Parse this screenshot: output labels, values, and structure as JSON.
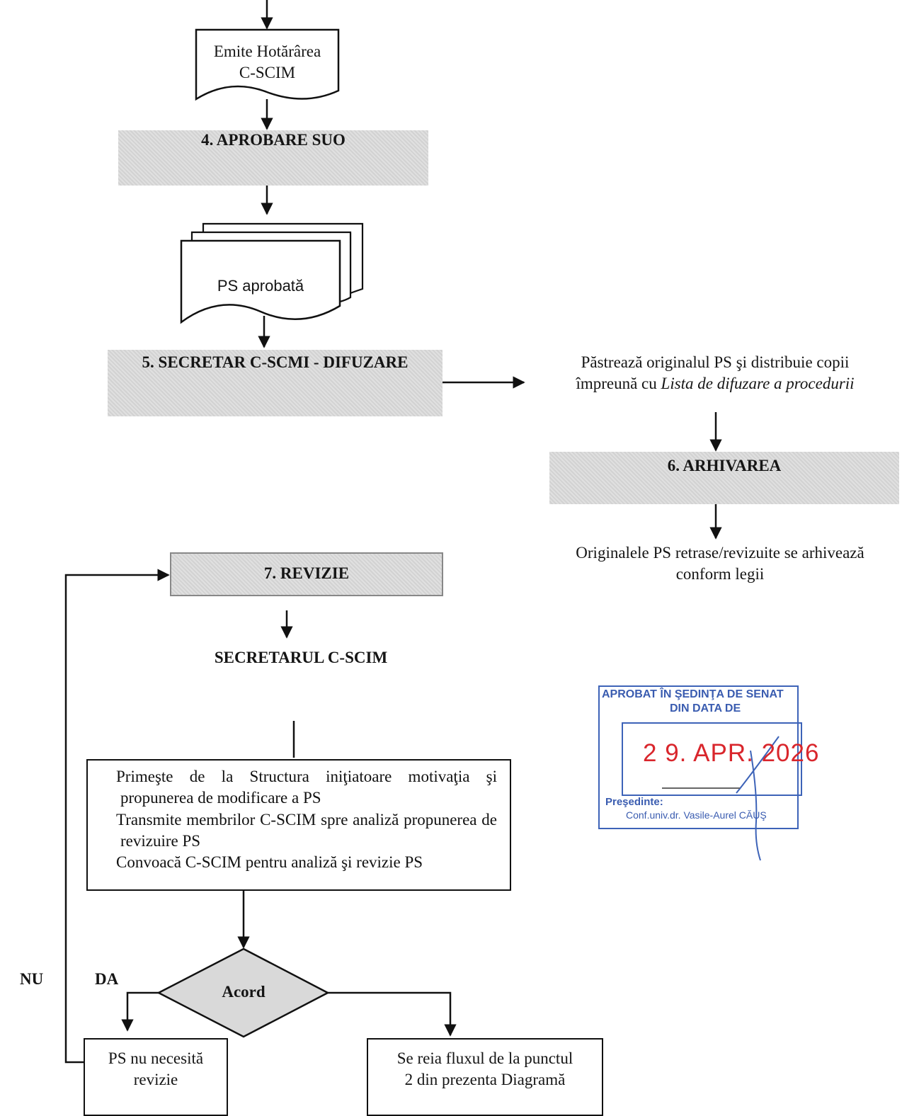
{
  "steps": {
    "emite_hotararea": "Emite Hotărârea\nC-SCIM",
    "aprobare_suo": "4. APROBARE SUO",
    "ps_aprobata": "PS aprobată",
    "secretar_difuzare": "5. SECRETAR C-SCMI - DIFUZARE",
    "pastreaza_line1": "Păstrează originalul PS şi distribuie copii",
    "pastreaza_line2_prefix": "împreună cu ",
    "pastreaza_line2_italic": "Lista de difuzare a procedurii",
    "arhivarea": "6. ARHIVAREA",
    "originalele": "Originalele PS retrase/revizuite se arhivează\nconform legii",
    "revizie": "7. REVIZIE",
    "secretarul": "SECRETARUL C-SCIM",
    "primeste_items": [
      "Primeşte de la Structura iniţiatoare motivaţia şi propunerea de modificare a PS",
      "Transmite membrilor C-SCIM spre analiză propunerea de revizuire PS",
      "Convoacă C-SCIM pentru analiză şi revizie PS"
    ],
    "acord": "Acord",
    "nu_label": "NU",
    "da_label": "DA",
    "ps_nu_necesita": "PS nu necesită\nrevizie",
    "se_reia": "Se reia fluxul de la punctul\n2 din prezenta Diagramă"
  },
  "stamp": {
    "line1": "APROBAT ÎN ŞEDINŢA DE SENAT",
    "line2": "DIN DATA DE",
    "date": "2 9. APR. 2026",
    "role": "Preşedinte:",
    "name": "Conf.univ.dr. Vasile-Aurel CĂUŞ",
    "color": "#3a5cb0",
    "date_color": "#d9262c"
  }
}
